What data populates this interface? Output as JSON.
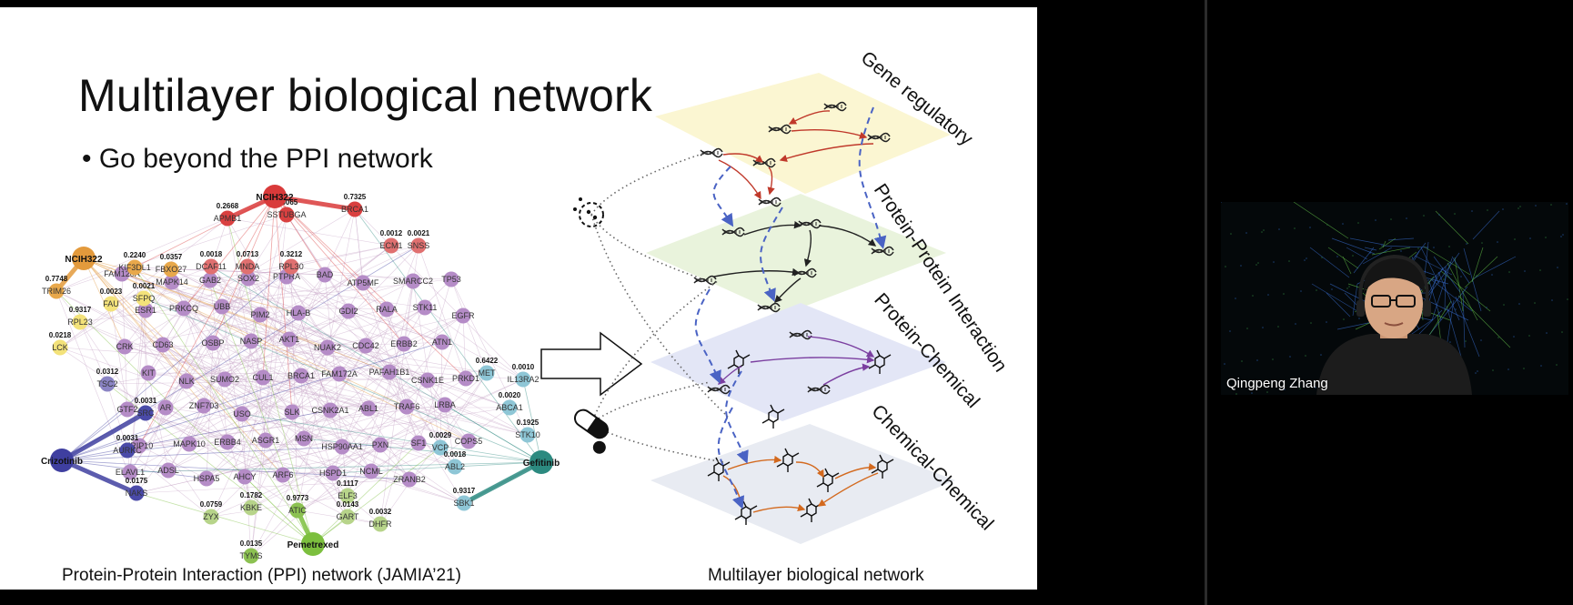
{
  "slide": {
    "title": "Multilayer biological network",
    "bullet": "• Go beyond the PPI network",
    "left_caption": "Protein-Protein Interaction (PPI) network (JAMIA’21)",
    "right_caption": "Multilayer biological network",
    "layers": [
      "Gene regulatory",
      "Protein-Protein Interaction",
      "Protein-Chemical",
      "Chemical-Chemical"
    ],
    "drugs": [
      "NCIH322",
      "NCIH322",
      "Crizotinib",
      "Gefitinib",
      "Pemetrexed"
    ],
    "ppi_nodes": [
      {
        "label": "APMB1",
        "value": "0.2668",
        "color": "#d94040"
      },
      {
        "label": "SSTUBGA",
        "value": "0.0065",
        "color": "#d94040"
      },
      {
        "label": "BRCA1",
        "value": "0.7325",
        "color": "#d94040"
      },
      {
        "label": "ECM1",
        "value": "0.0012",
        "color": "#e07070"
      },
      {
        "label": "SNSS",
        "value": "0.0021",
        "color": "#e07070"
      },
      {
        "label": "KIF3DL1",
        "value": "0.2240",
        "color": "#e8a84b"
      },
      {
        "label": "FBXO27",
        "value": "0.0357",
        "color": "#e8a84b"
      },
      {
        "label": "DCAF11",
        "value": "0.0018",
        "color": "#e07070"
      },
      {
        "label": "MNDA",
        "value": "0.0713",
        "color": "#e07070"
      },
      {
        "label": "RPL30",
        "value": "0.3212",
        "color": "#e07070"
      },
      {
        "label": "TRIM26",
        "value": "0.7748",
        "color": "#e8a84b"
      },
      {
        "label": "FAU",
        "value": "0.0023",
        "color": "#f3e27a"
      },
      {
        "label": "SFPQ",
        "value": "0.0021",
        "color": "#f3e27a"
      },
      {
        "label": "RPL23",
        "value": "0.9317",
        "color": "#f3e27a"
      },
      {
        "label": "LCK",
        "value": "0.0218",
        "color": "#f3e27a"
      },
      {
        "label": "TSC2",
        "value": "0.0312",
        "color": "#8b84c4"
      },
      {
        "label": "MET",
        "value": "0.6422",
        "color": "#8ec6d6"
      },
      {
        "label": "IL13RA2",
        "value": "0.0010",
        "color": "#8ec6d6"
      },
      {
        "label": "ABCA1",
        "value": "0.0020",
        "color": "#8ec6d6"
      },
      {
        "label": "STK10",
        "value": "0.1925",
        "color": "#8ec6d6"
      },
      {
        "label": "VCP",
        "value": "0.0029",
        "color": "#8ec6d6"
      },
      {
        "label": "ABL2",
        "value": "0.0018",
        "color": "#8ec6d6"
      },
      {
        "label": "SBK1",
        "value": "0.9317",
        "color": "#8ec6d6"
      },
      {
        "label": "SRC",
        "value": "0.0031",
        "color": "#4a4aa8"
      },
      {
        "label": "AURKC",
        "value": "0.0031",
        "color": "#4a4aa8"
      },
      {
        "label": "NAKS",
        "value": "0.0175",
        "color": "#4a4aa8"
      },
      {
        "label": "KBKE",
        "value": "0.1782",
        "color": "#b7d48a"
      },
      {
        "label": "ZYX",
        "value": "0.0759",
        "color": "#b7d48a"
      },
      {
        "label": "ATIC",
        "value": "0.9773",
        "color": "#8cc152"
      },
      {
        "label": "ELF3",
        "value": "0.1117",
        "color": "#b7d48a"
      },
      {
        "label": "GART",
        "value": "0.0143",
        "color": "#b7d48a"
      },
      {
        "label": "DHFR",
        "value": "0.0032",
        "color": "#b7d48a"
      },
      {
        "label": "TYMS",
        "value": "0.0135",
        "color": "#8cc152"
      }
    ],
    "ppi_plain_nodes": [
      "FAM120A",
      "MAPK14",
      "GAB2",
      "SOX2",
      "PTPRA",
      "BAD",
      "ATP5MF",
      "SMARCC2",
      "TP53",
      "ESR1",
      "PRKCQ",
      "UBB",
      "PIM2",
      "HLA-B",
      "GDI2",
      "RALA",
      "STK11",
      "EGFR",
      "CRK",
      "CD63",
      "OSBP",
      "NASP",
      "AKT1",
      "NUAK2",
      "CDC42",
      "ERBB2",
      "ATN1",
      "KIT",
      "NLK",
      "SUMO2",
      "CUL1",
      "BRCA1",
      "FAM172A",
      "PAFAH1B1",
      "CSNK1E",
      "PRKD1",
      "GTF2",
      "AR",
      "ZNF703",
      "USO",
      "SLK",
      "CSNK2A1",
      "ABL1",
      "TRAF6",
      "LRBA",
      "TRIP10",
      "MAPK10",
      "ERBB4",
      "ASGR1",
      "MSN",
      "HSP90AA1",
      "PXN",
      "SF1",
      "COPS5",
      "ELAVL1",
      "ADSL",
      "HSPA5",
      "AHCY",
      "ARF6",
      "HSPD1",
      "NCML",
      "ZRANB2"
    ]
  },
  "video": {
    "participant_name": "Qingpeng Zhang"
  }
}
